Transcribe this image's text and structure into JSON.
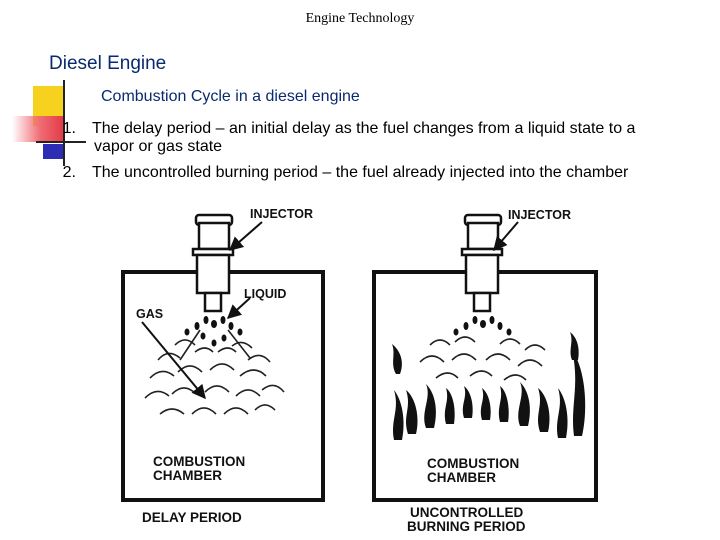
{
  "header": {
    "title": "Engine Technology"
  },
  "slide": {
    "title": "Diesel Engine",
    "subtitle": "Combustion Cycle in a diesel engine",
    "items": [
      {
        "number": "1.",
        "line1": "The delay period – an initial delay as the fuel changes from a liquid state to a",
        "line2": "vapor or gas state"
      },
      {
        "number": "2.",
        "line1": "The uncontrolled burning period – the fuel already injected into the chamber",
        "line2": ""
      }
    ]
  },
  "figure": {
    "left": {
      "injector_label": "INJECTOR",
      "liquid_label": "LIQUID",
      "gas_label": "GAS",
      "chamber_line1": "COMBUSTION",
      "chamber_line2": "CHAMBER",
      "caption": "DELAY PERIOD"
    },
    "right": {
      "injector_label": "INJECTOR",
      "chamber_line1": "COMBUSTION",
      "chamber_line2": "CHAMBER",
      "caption_line1": "UNCONTROLLED",
      "caption_line2": "BURNING PERIOD"
    }
  },
  "colors": {
    "title": "#0a2a6e",
    "yellow": "#f6d21e",
    "red": "#e33a46",
    "blue": "#2c2cb4"
  }
}
